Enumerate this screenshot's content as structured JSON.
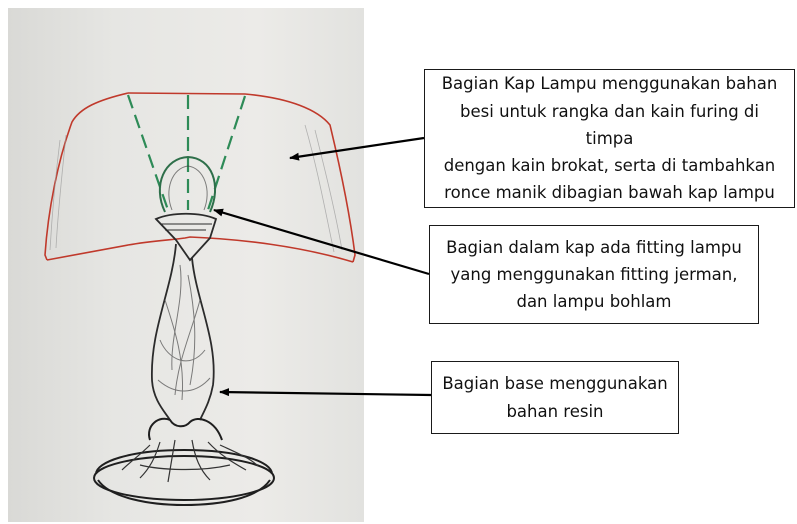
{
  "callouts": {
    "shade": "Bagian Kap Lampu menggunakan bahan\nbesi untuk rangka dan kain furing di timpa\ndengan kain brokat, serta di tambahkan\nronce manik dibagian bawah kap lampu",
    "fitting": "Bagian dalam kap ada fitting lampu\nyang menggunakan fitting jerman,\ndan lampu bohlam",
    "base": "Bagian base menggunakan\nbahan resin"
  },
  "colors": {
    "shade_outline": "#c0392b",
    "frame_ribs": "#2e8b57",
    "pencil": "#333333",
    "arrow": "#000000"
  }
}
